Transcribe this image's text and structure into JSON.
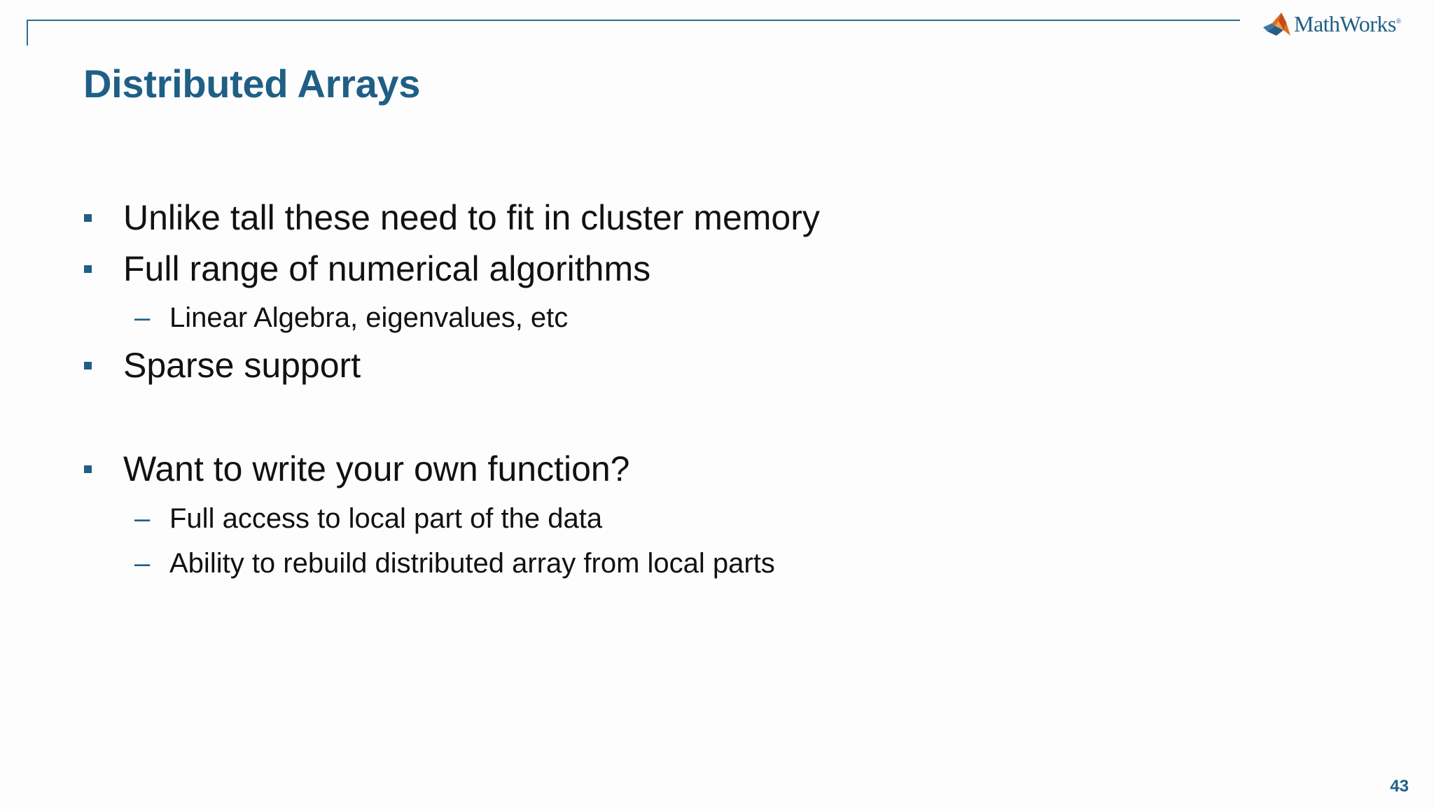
{
  "slide": {
    "title": "Distributed Arrays",
    "page_number": "43",
    "logo": {
      "text": "MathWorks",
      "registered_mark": "®",
      "icon": "matlab-membrane-icon"
    },
    "bullets": [
      {
        "text": "Unlike tall these need to fit in cluster memory"
      },
      {
        "text": "Full range of numerical algorithms"
      },
      {
        "text": "Linear Algebra, eigenvalues, etc",
        "sub": true
      },
      {
        "text": "Sparse support"
      },
      {
        "text": "Want to write your own function?"
      },
      {
        "text": "Full access to local part of the data",
        "sub": true
      },
      {
        "text": "Ability to rebuild distributed array from local parts",
        "sub": true
      }
    ],
    "sub_marker": "–",
    "colors": {
      "accent": "#1f5f86",
      "frame": "#2e6f8e",
      "text": "#111111",
      "background": "#fdfdfd"
    }
  }
}
